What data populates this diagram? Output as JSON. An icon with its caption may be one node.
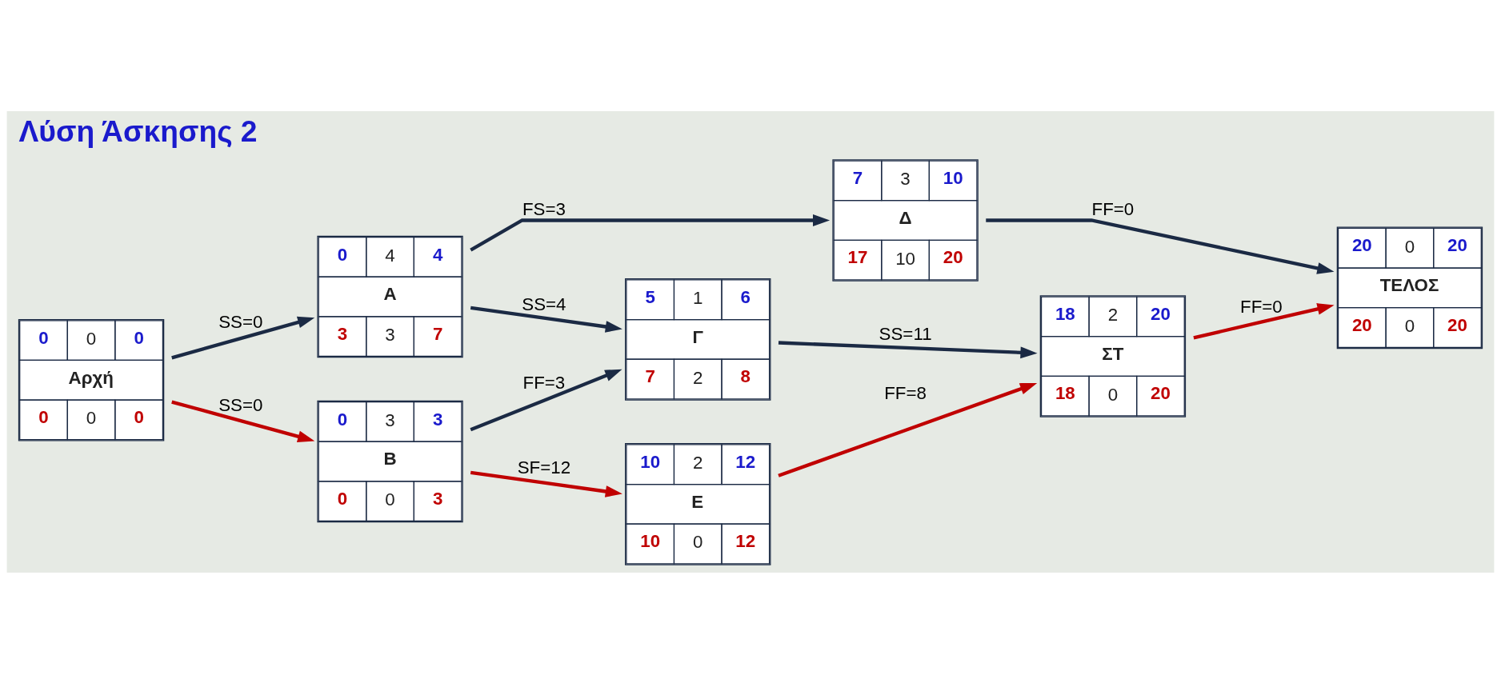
{
  "diagram": {
    "title": "Λύση Άσκησης 2",
    "nodes": [
      {
        "text": [
          "0",
          "0",
          "0",
          "Αρχή",
          "0",
          "0",
          "0"
        ]
      },
      {
        "text": [
          "0",
          "4",
          "4",
          "Α",
          "3",
          "3",
          "7"
        ]
      },
      {
        "text": [
          "0",
          "3",
          "3",
          "Β",
          "0",
          "0",
          "3"
        ]
      },
      {
        "text": [
          "7",
          "3",
          "10",
          "Δ",
          "17",
          "10",
          "20"
        ]
      },
      {
        "text": [
          "5",
          "1",
          "6",
          "Γ",
          "7",
          "2",
          "8"
        ]
      },
      {
        "text": [
          "10",
          "2",
          "12",
          "Ε",
          "10",
          "0",
          "12"
        ]
      },
      {
        "text": [
          "18",
          "2",
          "20",
          "ΣΤ",
          "18",
          "0",
          "20"
        ]
      },
      {
        "text": [
          "20",
          "0",
          "20",
          "ΤΕΛΟΣ",
          "20",
          "0",
          "20"
        ]
      }
    ],
    "edges": [
      {
        "from": 0,
        "to": 1,
        "arrow": "to",
        "label": "SS=0"
      },
      {
        "from": 0,
        "to": 2,
        "arrow": "to",
        "label": "SS=0",
        "color": "#c00000"
      },
      {
        "from": 1,
        "to": 3,
        "arrow": "to",
        "label": "FS=3"
      },
      {
        "from": 1,
        "to": 4,
        "arrow": "to",
        "label": "SS=4"
      },
      {
        "from": 2,
        "to": 4,
        "arrow": "to",
        "label": "FF=3"
      },
      {
        "from": 2,
        "to": 5,
        "arrow": "to",
        "label": "SF=12",
        "color": "#c00000"
      },
      {
        "from": 3,
        "to": 7,
        "arrow": "to",
        "label": "FF=0"
      },
      {
        "from": 4,
        "to": 6,
        "arrow": "to",
        "label": "SS=11"
      },
      {
        "from": 5,
        "to": 6,
        "arrow": "to",
        "label": "FF=8",
        "color": "#c00000"
      },
      {
        "from": 6,
        "to": 7,
        "arrow": "to",
        "label": "FF=0",
        "color": "#c00000"
      }
    ]
  }
}
